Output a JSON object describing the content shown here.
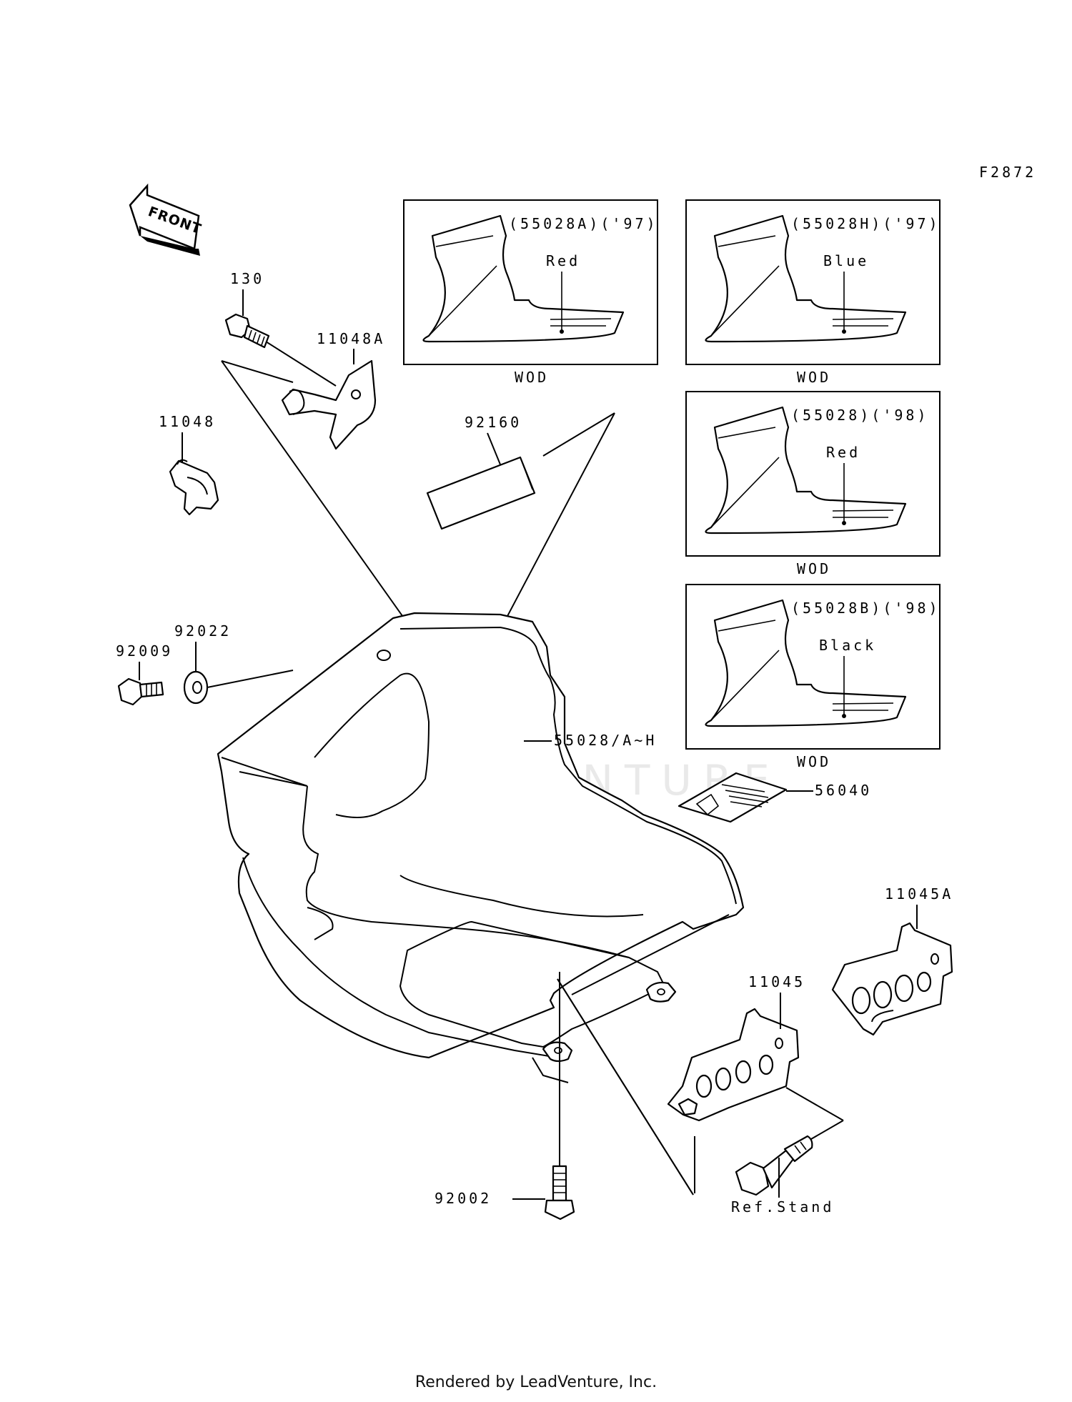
{
  "figure_code": "F2872",
  "front_arrow": "FRONT",
  "watermark": "LEADVENTURE",
  "footer": "Rendered by LeadVenture, Inc.",
  "labels": {
    "p130": "130",
    "p11048A": "11048A",
    "p11048": "11048",
    "p92160": "92160",
    "p92022": "92022",
    "p92009": "92009",
    "p55028AH": "55028/A~H",
    "p56040": "56040",
    "p11045A": "11045A",
    "p11045": "11045",
    "p92002": "92002",
    "ref_stand": "Ref.Stand"
  },
  "insets": [
    {
      "code": "(55028A)('97)",
      "color": "Red",
      "note": "WOD"
    },
    {
      "code": "(55028H)('97)",
      "color": "Blue",
      "note": "WOD"
    },
    {
      "code": "(55028)('98)",
      "color": "Red",
      "note": "WOD"
    },
    {
      "code": "(55028B)('98)",
      "color": "Black",
      "note": "WOD"
    }
  ]
}
